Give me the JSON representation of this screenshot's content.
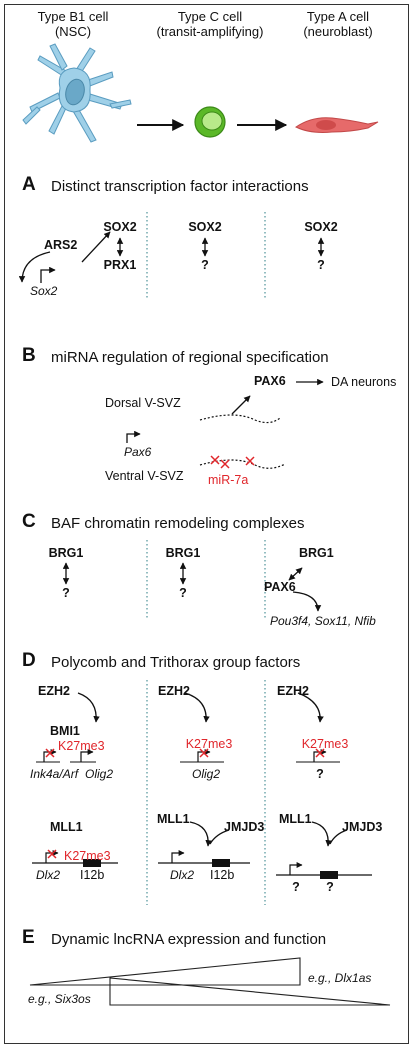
{
  "header": {
    "cells": [
      {
        "name": "Type B1 cell",
        "sub": "(NSC)"
      },
      {
        "name": "Type C cell",
        "sub": "(transit-amplifying)"
      },
      {
        "name": "Type A cell",
        "sub": "(neuroblast)"
      }
    ]
  },
  "sections": {
    "A": {
      "letter": "A",
      "title": "Distinct transcription factor interactions",
      "ars2": "ARS2",
      "sox2": "SOX2",
      "prx1": "PRX1",
      "sox2_gene": "Sox2",
      "q": "?"
    },
    "B": {
      "letter": "B",
      "title": "miRNA regulation of regional specification",
      "pax6": "PAX6",
      "da": "DA neurons",
      "dorsal": "Dorsal V-SVZ",
      "pax6_gene": "Pax6",
      "ventral": "Ventral V-SVZ",
      "mir": "miR-7a"
    },
    "C": {
      "letter": "C",
      "title": "BAF chromatin remodeling complexes",
      "brg1": "BRG1",
      "pax6": "PAX6",
      "q": "?",
      "targets": "Pou3f4, Sox11, Nfib"
    },
    "D": {
      "letter": "D",
      "title": "Polycomb and Trithorax group factors",
      "ezh2": "EZH2",
      "bmi1": "BMI1",
      "k27": "K27me3",
      "ink": "Ink4a/Arf",
      "olig2": "Olig2",
      "q": "?",
      "mll1": "MLL1",
      "jmjd3": "JMJD3",
      "dlx2": "Dlx2",
      "i12b": "I12b"
    },
    "E": {
      "letter": "E",
      "title": "Dynamic lncRNA expression and function",
      "dlx1as": "e.g., Dlx1as",
      "six3os": "e.g., Six3os"
    }
  },
  "colors": {
    "nsc": "#8ec5e0",
    "c_cell": "#7ccf3a",
    "neuroblast": "#e07070",
    "red_text": "#e0262b",
    "divider": "#5b9aa0"
  }
}
